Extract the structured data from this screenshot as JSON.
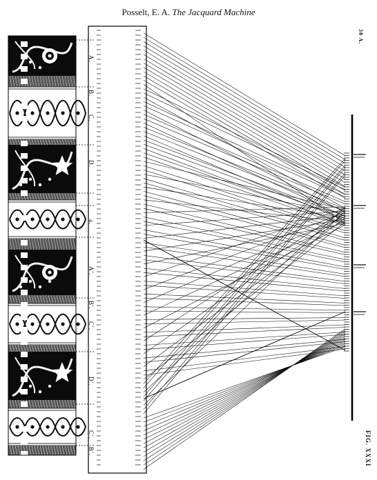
{
  "header": {
    "author": "Posselt, E. A.",
    "title": "The Jacquard Machine"
  },
  "plate": {
    "plate_number": "30 A.",
    "figure_label": "FIG. XXXI",
    "section_labels": [
      "A.",
      "B.",
      "C.",
      "D.",
      "a.",
      "A'.",
      "B'.",
      "C'.",
      "D'.",
      "C'.",
      "B'."
    ]
  }
}
